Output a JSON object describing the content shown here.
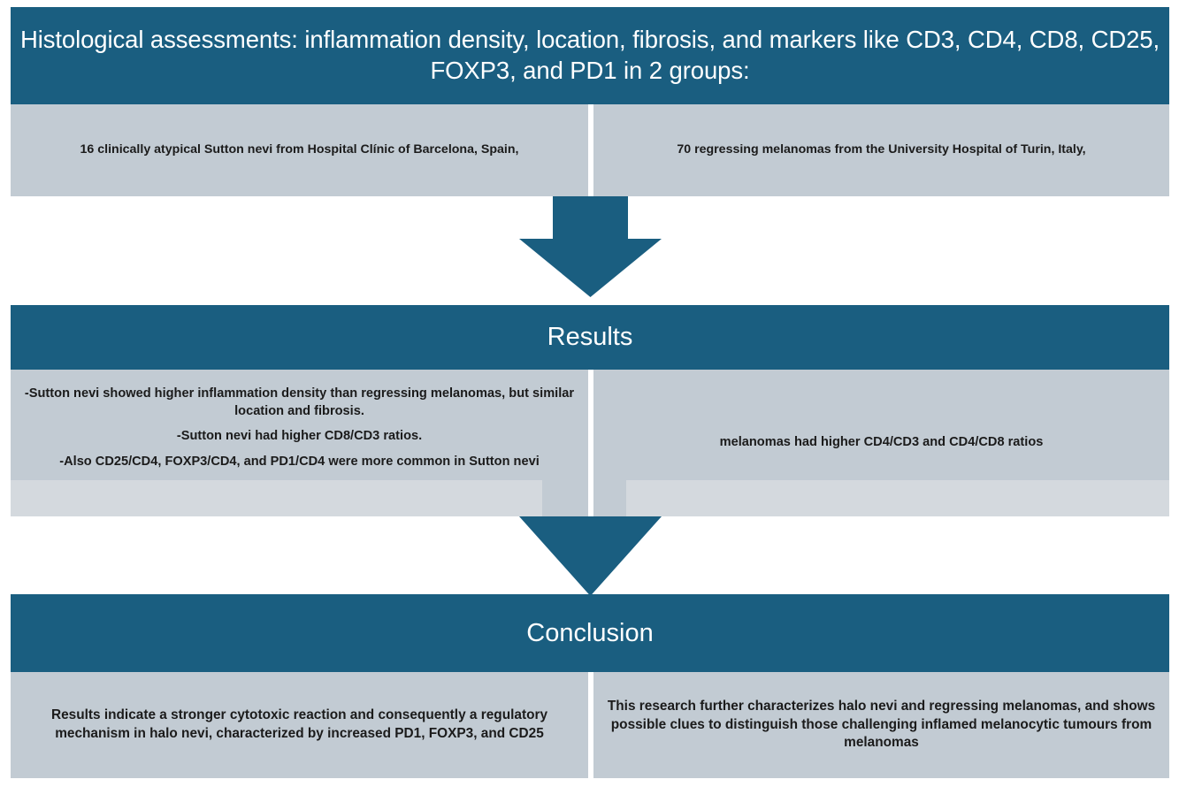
{
  "colors": {
    "accent_dark_teal": "#1a5e80",
    "panel_blue_gray": "#c2cbd3",
    "panel_tint": "#d4d9de",
    "header_text": "#ffffff",
    "body_text": "#1b1b1b",
    "background": "#ffffff"
  },
  "flow": {
    "intro": {
      "title": "Histological assessments: inflammation density, location, fibrosis, and markers like CD3, CD4, CD8, CD25, FOXP3, and PD1 in 2 groups:",
      "groups": [
        {
          "label": "16 clinically atypical Sutton nevi from Hospital Clínic of Barcelona, Spain,"
        },
        {
          "label": "70 regressing melanomas from the University Hospital of Turin, Italy,"
        }
      ]
    },
    "arrow_1": {
      "icon": "down-arrow-icon"
    },
    "results": {
      "title": "Results",
      "left_bullets": [
        "-Sutton nevi showed higher inflammation density than regressing melanomas, but similar location and fibrosis.",
        "-Sutton nevi had higher CD8/CD3 ratios.",
        "-Also CD25/CD4, FOXP3/CD4, and PD1/CD4 were more common in Sutton nevi"
      ],
      "right_text": "melanomas had higher CD4/CD3 and CD4/CD8 ratios"
    },
    "arrow_2": {
      "icon": "down-arrow-icon"
    },
    "conclusion": {
      "title": "Conclusion",
      "left_text": "Results indicate a stronger cytotoxic reaction and consequently a regulatory mechanism in halo nevi, characterized by increased PD1, FOXP3, and CD25",
      "right_text": "This research further characterizes halo nevi and regressing melanomas, and shows possible clues to distinguish those challenging inflamed melanocytic tumours from melanomas"
    }
  }
}
